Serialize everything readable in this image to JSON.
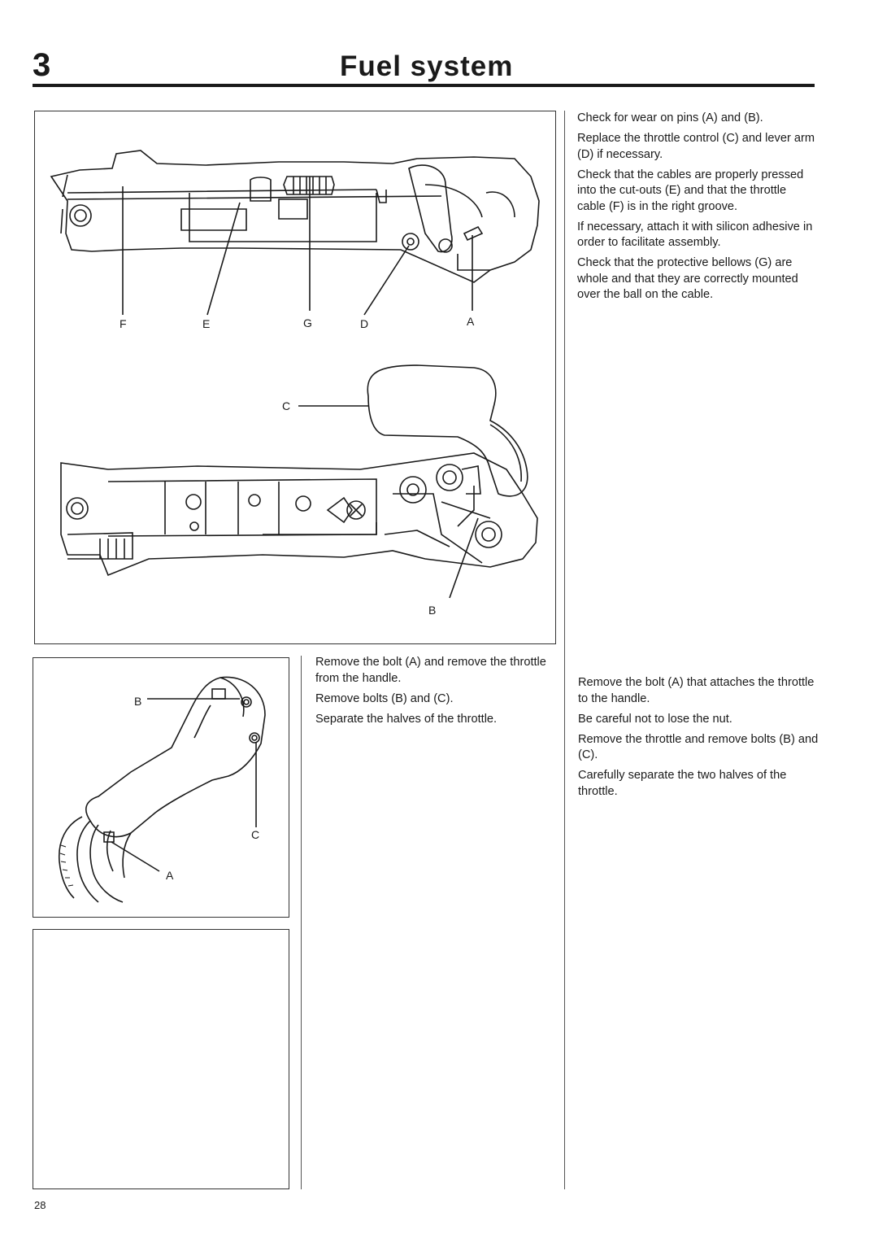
{
  "header": {
    "chapter_number": "3",
    "title": "Fuel system"
  },
  "figure_top": {
    "callouts_upper": [
      "F",
      "E",
      "G",
      "D",
      "A"
    ],
    "callout_c": "C",
    "callout_b": "B"
  },
  "figure_throttle": {
    "callout_b": "B",
    "callout_c": "C",
    "callout_a": "A"
  },
  "right_top_text": [
    "Check for wear on pins (A) and (B).",
    "Replace the throttle control (C) and lever arm (D) if necessary.",
    "Check that the cables are properly pressed into the cut-outs (E) and that the throttle cable (F) is in the right groove.",
    "If necessary, attach it with silicon adhesive in order to facilitate assembly.",
    "Check that the protective bellows (G) are whole and that they are correctly mounted over the ball on the cable."
  ],
  "middle_text": [
    "Remove the bolt (A) and remove the throttle from the handle.",
    "Remove bolts (B) and (C).",
    "Separate the halves of the throttle."
  ],
  "right_bottom_text": [
    "Remove the bolt (A) that attaches the throttle to the handle.",
    "Be careful not to lose the nut.",
    "Remove the throttle and remove bolts (B) and (C).",
    "Carefully separate the two halves of the throttle."
  ],
  "footer": {
    "page_number": "28"
  }
}
